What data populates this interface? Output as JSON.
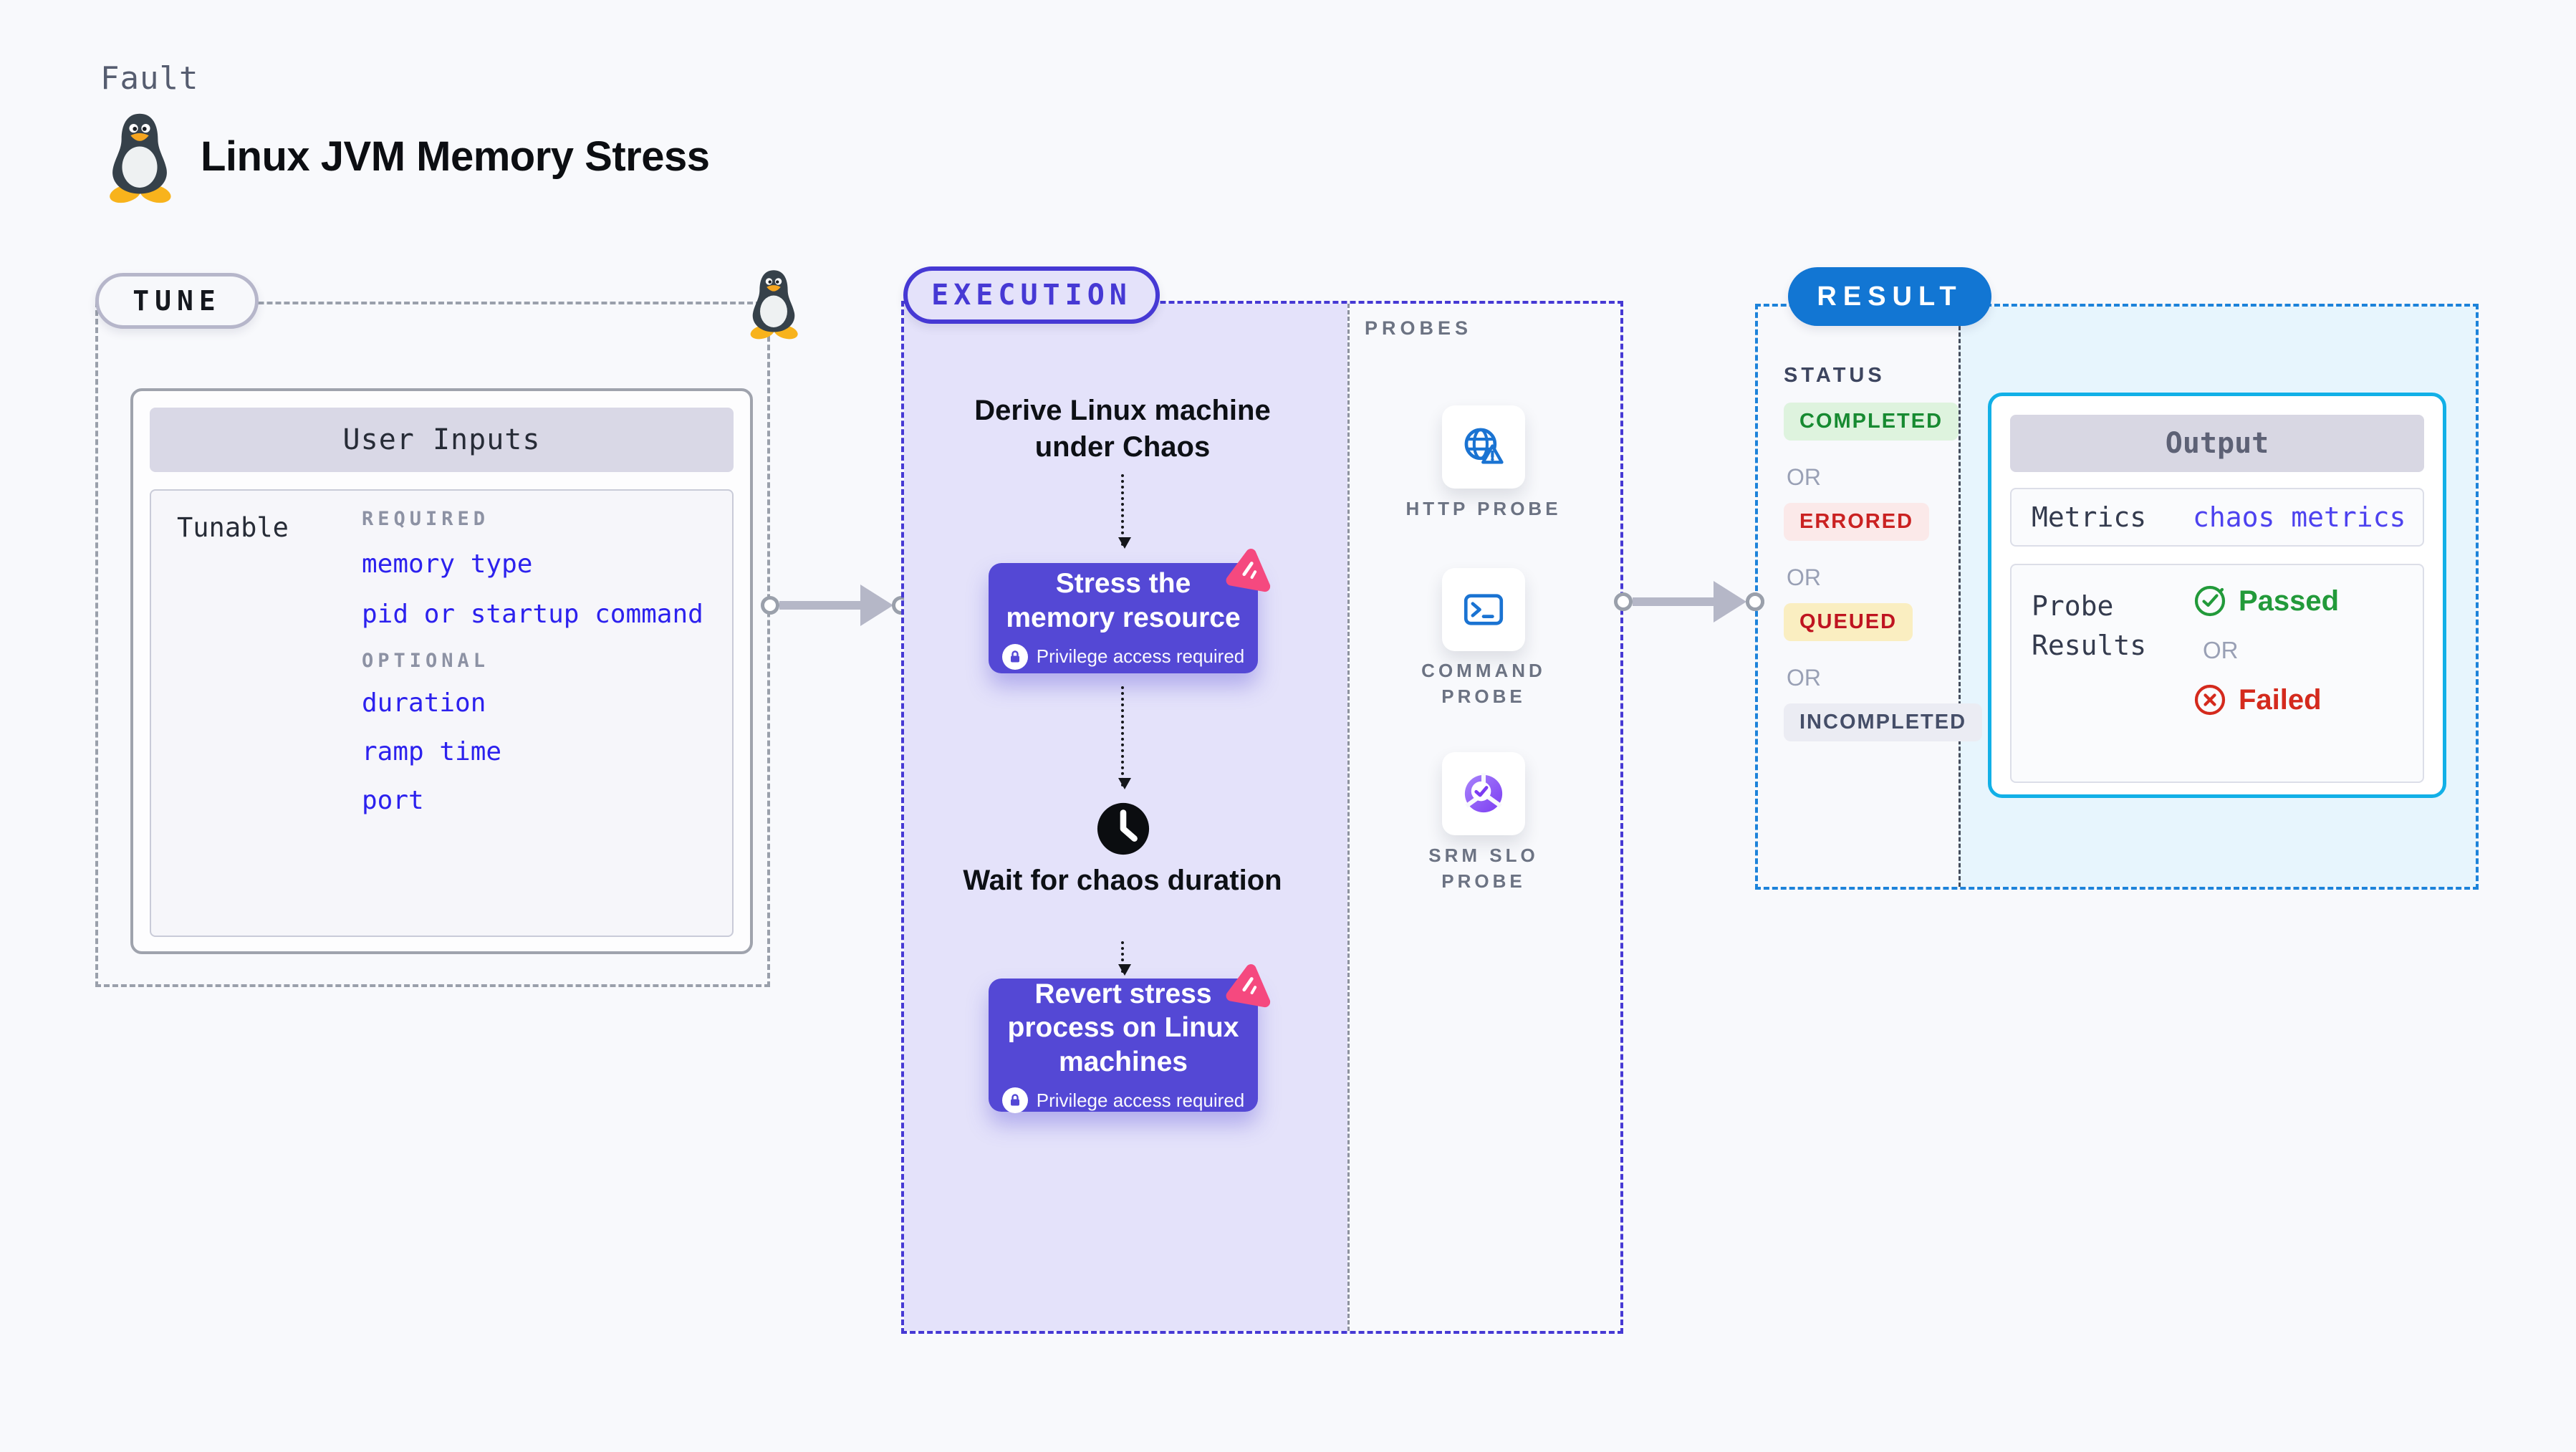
{
  "header": {
    "category": "Fault",
    "title": "Linux JVM Memory Stress",
    "icon": "tux-penguin-icon"
  },
  "tune": {
    "pill_label": "TUNE",
    "card_title": "User Inputs",
    "row_label": "Tunable",
    "groups": [
      {
        "label": "REQUIRED",
        "items": [
          "memory type",
          "pid or startup command"
        ]
      },
      {
        "label": "OPTIONAL",
        "items": [
          "duration",
          "ramp time",
          "port"
        ]
      }
    ]
  },
  "execution": {
    "pill_label": "EXECUTION",
    "steps": {
      "derive": "Derive Linux machine under Chaos",
      "stress": "Stress the memory resource",
      "wait": "Wait for chaos duration",
      "revert": "Revert stress process on Linux machines"
    },
    "privilege_note": "Privilege access required"
  },
  "probes": {
    "section_label": "PROBES",
    "items": [
      {
        "label": "HTTP PROBE",
        "icon": "globe-alert-icon"
      },
      {
        "label": "COMMAND PROBE",
        "icon": "terminal-icon"
      },
      {
        "label": "SRM SLO PROBE",
        "icon": "slo-pie-check-icon"
      }
    ]
  },
  "result": {
    "pill_label": "RESULT",
    "status_label": "STATUS",
    "statuses": [
      {
        "label": "COMPLETED",
        "kind": "success"
      },
      {
        "label": "OR",
        "kind": "or"
      },
      {
        "label": "ERRORED",
        "kind": "error"
      },
      {
        "label": "OR",
        "kind": "or"
      },
      {
        "label": "QUEUED",
        "kind": "queued"
      },
      {
        "label": "OR",
        "kind": "or"
      },
      {
        "label": "INCOMPLETED",
        "kind": "neutral"
      }
    ],
    "output": {
      "title": "Output",
      "metrics_label": "Metrics",
      "metrics_value": "chaos metrics",
      "probe_results_label": "Probe Results",
      "passed_label": "Passed",
      "or_label": "OR",
      "failed_label": "Failed"
    }
  },
  "colors": {
    "page_bg": "#f8f9fc",
    "indigo_accent": "#4639d4",
    "execution_fill": "#e4e2fa",
    "chaos_button": "#5448d5",
    "pink_logo": "#f5497f",
    "result_blue": "#1276d3",
    "result_dash": "#1d83da",
    "output_border": "#12b0e7",
    "result_fill": "#e7f5fd",
    "link_blue": "#2c21ee",
    "probe_icon_blue": "#1a73d2",
    "success_green": "#178a31",
    "fail_red": "#d42a1d"
  }
}
